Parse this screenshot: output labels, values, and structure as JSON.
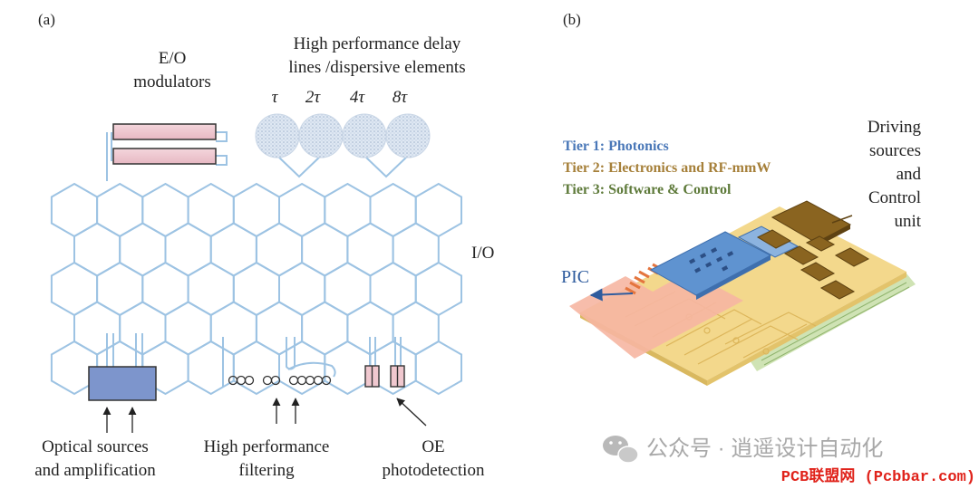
{
  "panel_a": {
    "label": "(a)",
    "eo_modulators": [
      "E/O",
      "modulators"
    ],
    "delay_lines": [
      "High performance delay",
      "lines /dispersive elements"
    ],
    "taus": [
      "τ",
      "2τ",
      "4τ",
      "8τ"
    ],
    "io": "I/O",
    "optical_sources": [
      "Optical sources",
      "and amplification"
    ],
    "filtering": [
      "High performance",
      "filtering"
    ],
    "oe": [
      "OE",
      "photodetection"
    ]
  },
  "panel_b": {
    "label": "(b)",
    "tier1": "Tier 1: Photonics",
    "tier2": "Tier 2: Electronics and RF-mmW",
    "tier3": "Tier 3: Software & Control",
    "driving": [
      "Driving",
      "sources",
      "and",
      "Control",
      "unit"
    ],
    "pic": "PIC"
  },
  "watermark": {
    "wechat_text": "公众号 · 逍遥设计自动化",
    "site": "PCB联盟网 (Pcbbar.com)"
  },
  "colors": {
    "hex_line": "#9dc3e3",
    "tier1": "#4a78b8",
    "tier2": "#a6803a",
    "tier3": "#5e7a3a",
    "pic": "#2f5c9e",
    "site_text": "#e0231b"
  }
}
